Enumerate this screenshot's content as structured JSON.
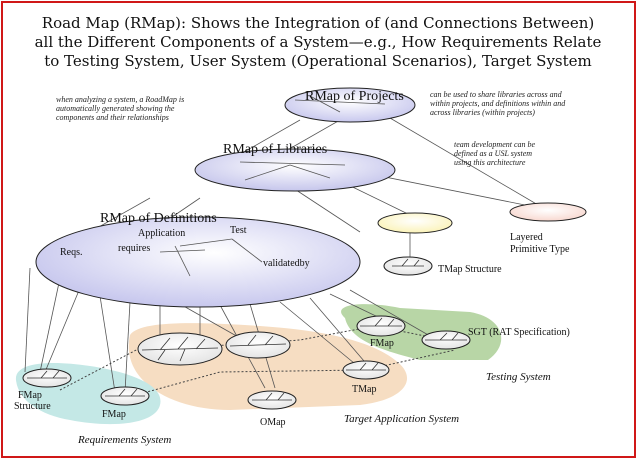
{
  "title": {
    "line1": "Road Map (RMap): Shows the Integration of (and Connections Between)",
    "line2": "all the Different Components of a System—e.g., How Requirements Relate",
    "line3": "to Testing System, User System (Operational Scenarios), Target System"
  },
  "notes": {
    "left": [
      "when analyzing a system, a RoadMap is",
      "automatically generated showing the",
      "components and their relationships"
    ],
    "right": [
      "can be used to share libraries across and",
      "within projects, and definitions within and",
      "across libraries (within projects)"
    ],
    "team": [
      "team development can be",
      "defined as a USL system",
      "using this architecture"
    ]
  },
  "labels": {
    "projects": "RMap of Projects",
    "libraries": "RMap of Libraries",
    "definitions": "RMap of Definitions",
    "application": "Application",
    "test": "Test",
    "reqs": "Reqs.",
    "requires": "requires",
    "validatedby": "validatedby",
    "layered1": "Layered",
    "layered2": "Primitive Type",
    "tmap_structure": "TMap Structure",
    "sgt": "SGT (RAT Specification)",
    "fmap_testing": "FMap",
    "testing_system": "Testing System",
    "fmap_structure1": "FMap",
    "fmap_structure2": "Structure",
    "fmap_req": "FMap",
    "omap": "OMap",
    "tmap": "TMap",
    "target_system": "Target Application System",
    "requirements_system": "Requirements System"
  },
  "colors": {
    "frame": "#d01818",
    "projects_fill": "#c8c8ee",
    "libraries_fill": "#c6c6ec",
    "definitions_fill": "#c8c8ee",
    "yellow_fill": "#fbf3b8",
    "pink_fill": "#f8d8d0",
    "green_region": "#b8d6a6",
    "orange_region": "#f6ddc2",
    "cyan_region": "#c4e8e6"
  }
}
